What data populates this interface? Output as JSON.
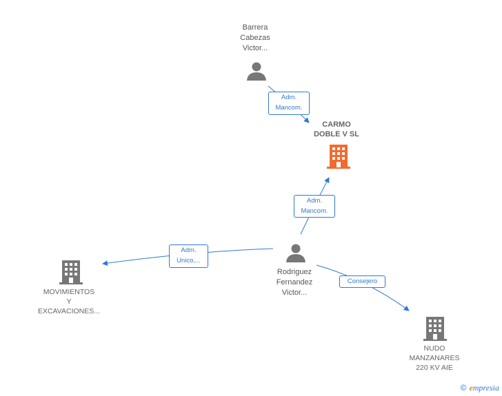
{
  "nodes": {
    "barrera": {
      "label": "Barrera\nCabezas\nVictor..."
    },
    "carmo": {
      "label": "CARMO\nDOBLE V  SL"
    },
    "rodriguez": {
      "label": "Rodriguez\nFernandez\nVictor..."
    },
    "movimientos": {
      "label": "MOVIMIENTOS\nY\nEXCAVACIONES..."
    },
    "nudo": {
      "label": "NUDO\nMANZANARES\n220 KV AIE"
    }
  },
  "edges": {
    "barrera_carmo": {
      "label": "Adm.\nMancom."
    },
    "rodriguez_carmo": {
      "label": "Adm.\nMancom."
    },
    "rodriguez_movimientos": {
      "label": "Adm.\nUnico,..."
    },
    "rodriguez_nudo": {
      "label": "Consejero"
    }
  },
  "footer": {
    "copyright": "©",
    "brand_e": "e",
    "brand_rest": "mpresia"
  },
  "colors": {
    "edge": "#2f78cf",
    "person": "#777777",
    "company": "#777777",
    "highlight_company": "#f26b2e"
  }
}
